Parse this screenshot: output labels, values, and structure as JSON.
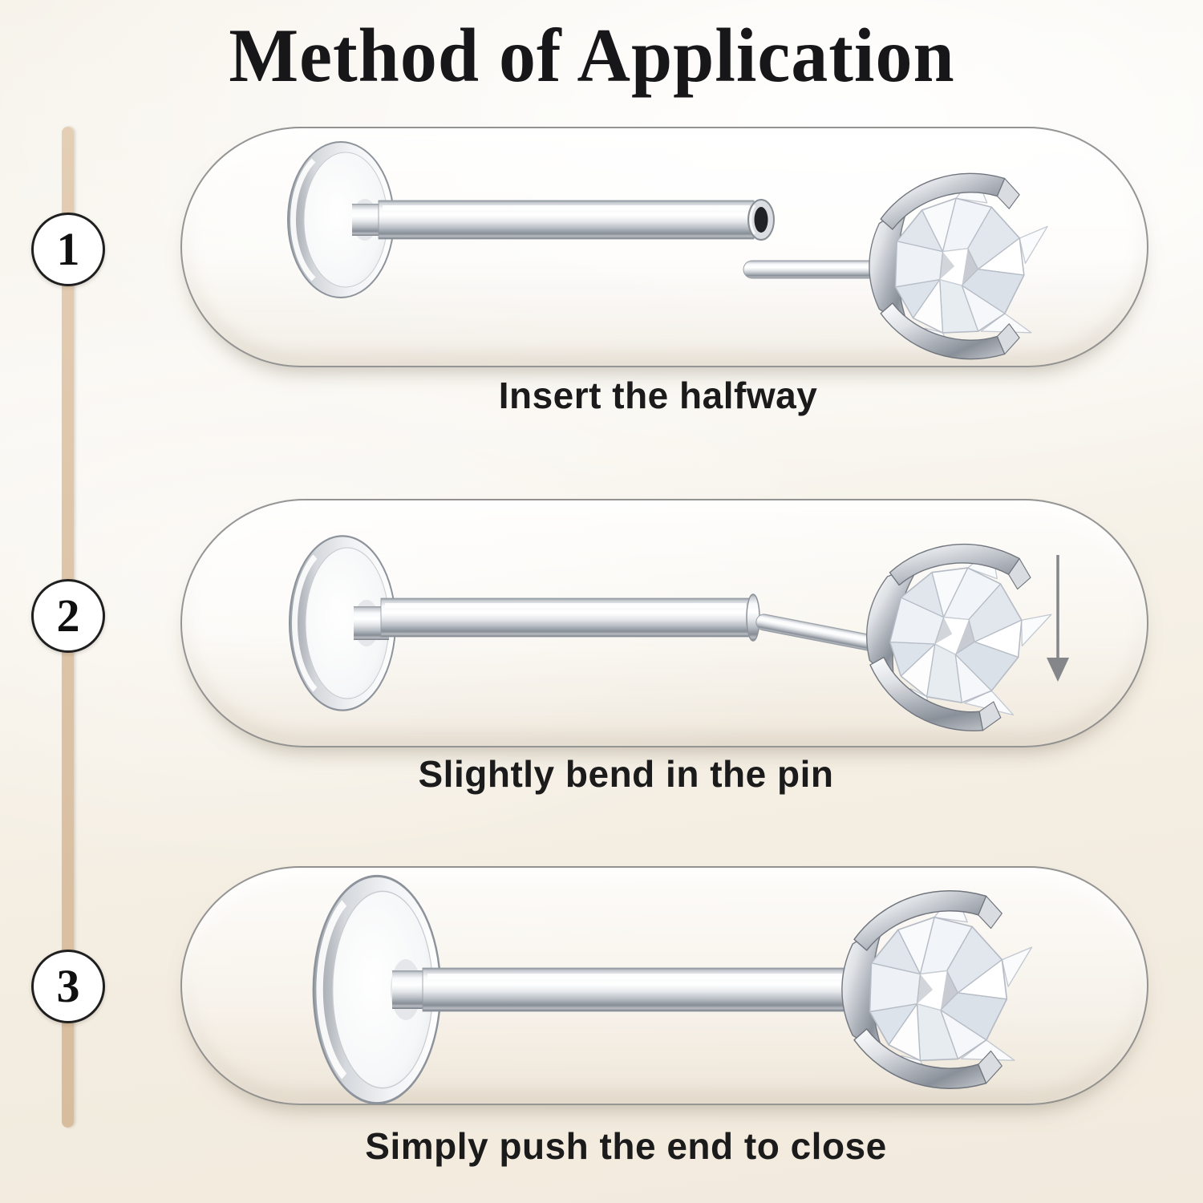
{
  "title": "Method of Application",
  "steps": [
    {
      "number": "1",
      "caption": "Insert the halfway",
      "illustration_parts": [
        "flat-disc-back",
        "hollow-post",
        "push-pin",
        "crystal-gem"
      ]
    },
    {
      "number": "2",
      "caption": "Slightly bend in the pin",
      "illustration_parts": [
        "flat-disc-back",
        "hollow-post",
        "push-pin-bent",
        "crystal-gem",
        "down-arrow"
      ]
    },
    {
      "number": "3",
      "caption": "Simply push the end to close",
      "illustration_parts": [
        "flat-disc-back",
        "closed-post",
        "crystal-gem"
      ]
    }
  ],
  "colors": {
    "background_cream": "#f4eee3",
    "timeline_tan": "#dcc3a6",
    "circle_border": "#1f1f1f",
    "text_dark": "#1b1b1b",
    "pill_border": "#7d7d7d",
    "metal_silver": "#c6cad1",
    "gem_white": "#f4f6f9",
    "arrow_gray": "#84868a"
  }
}
